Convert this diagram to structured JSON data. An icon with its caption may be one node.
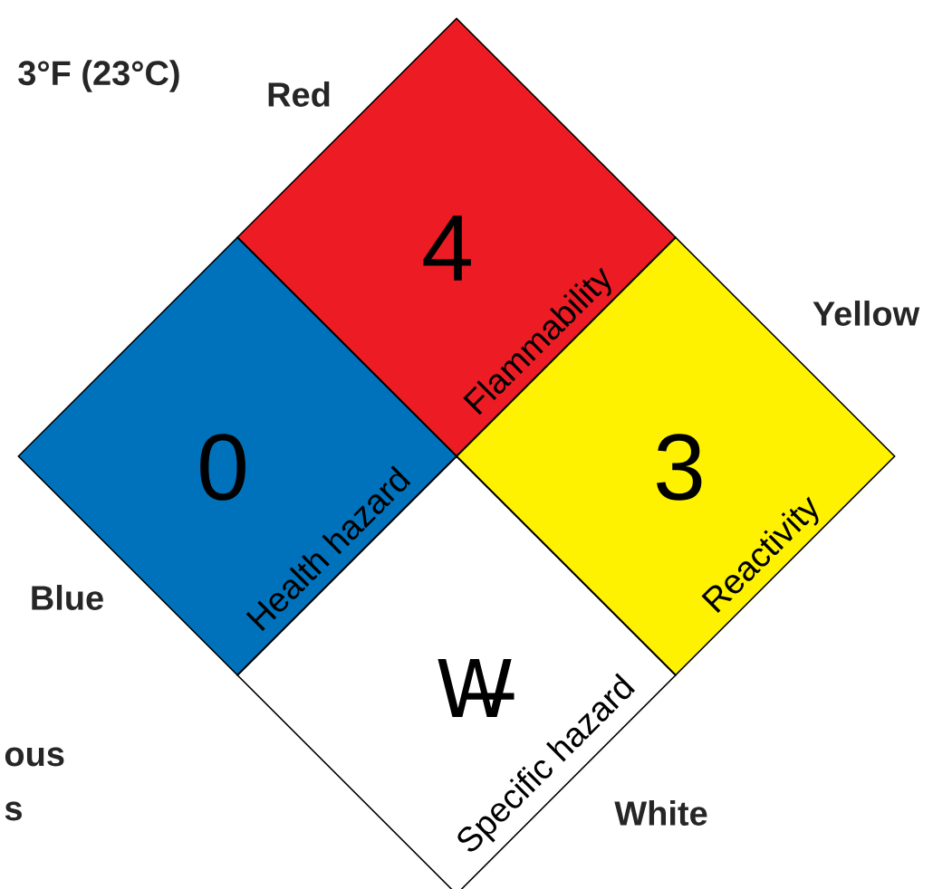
{
  "diagram": {
    "nodes": [
      {
        "text": [
          "4",
          "Flammability"
        ]
      },
      {
        "text": [
          "0",
          "Health  hazard"
        ]
      },
      {
        "text": [
          "3",
          "Reactivity"
        ]
      },
      {
        "text": [
          "W̶",
          "Specific hazard"
        ]
      }
    ],
    "labels": [
      "3°F (23°C)",
      "Red",
      "Yellow",
      "Blue",
      "ous",
      "s",
      "White"
    ]
  }
}
